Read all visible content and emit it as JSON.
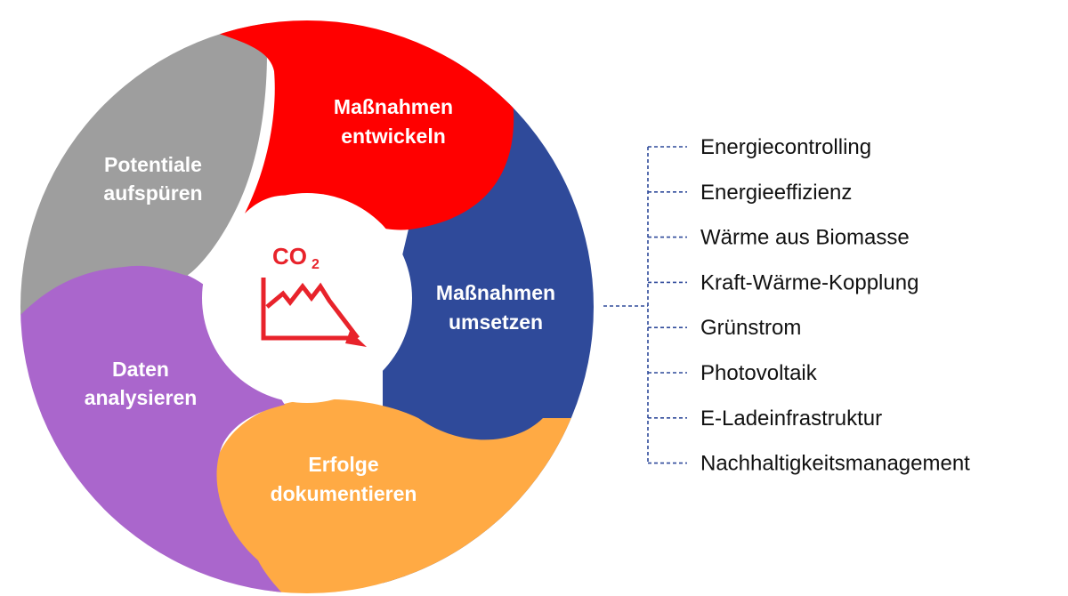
{
  "colors": {
    "gray": "#9e9e9e",
    "red": "#ff0000",
    "blue": "#2f4a9a",
    "orange": "#ffaa44",
    "purple": "#aa66cc",
    "icon_red": "#e8232b",
    "connector": "#2f4a9a"
  },
  "cycle": {
    "segments": [
      {
        "id": "potentiale",
        "line1": "Potentiale",
        "line2": "aufspüren",
        "color": "gray"
      },
      {
        "id": "entwickeln",
        "line1": "Maßnahmen",
        "line2": "entwickeln",
        "color": "red"
      },
      {
        "id": "umsetzen",
        "line1": "Maßnahmen",
        "line2": "umsetzen",
        "color": "blue"
      },
      {
        "id": "dokumentieren",
        "line1": "Erfolge",
        "line2": "dokumentieren",
        "color": "orange"
      },
      {
        "id": "analysieren",
        "line1": "Daten",
        "line2": "analysieren",
        "color": "purple"
      }
    ],
    "center": {
      "icon": "co2-decline-chart-icon",
      "label_main": "CO",
      "label_sub": "2"
    }
  },
  "measures": {
    "items": [
      "Energiecontrolling",
      "Energieeffizienz",
      "Wärme aus Biomasse",
      "Kraft-Wärme-Kopplung",
      "Grünstrom",
      "Photovoltaik",
      "E-Ladeinfrastruktur",
      "Nachhaltigkeitsmanagement"
    ]
  }
}
